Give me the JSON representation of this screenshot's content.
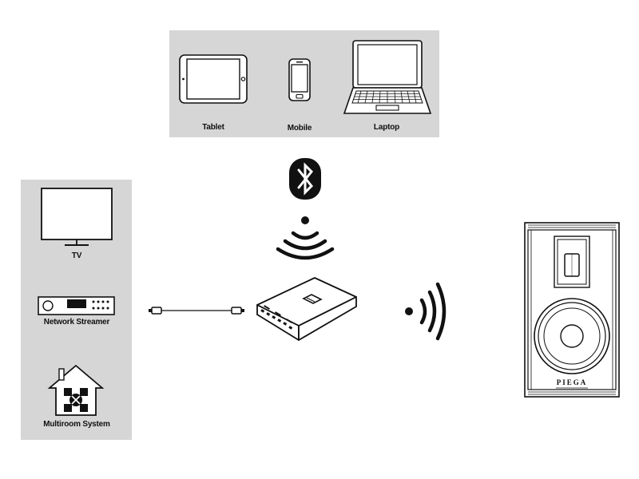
{
  "colors": {
    "panel": "#d6d6d6",
    "stroke": "#111111",
    "bluetooth_badge": "#111111"
  },
  "source_devices_top": [
    {
      "label": "Tablet",
      "icon": "tablet-icon"
    },
    {
      "label": "Mobile",
      "icon": "mobile-phone-icon"
    },
    {
      "label": "Laptop",
      "icon": "laptop-icon"
    }
  ],
  "source_devices_left": [
    {
      "label": "TV",
      "icon": "tv-icon"
    },
    {
      "label": "Network Streamer",
      "icon": "network-streamer-icon"
    },
    {
      "label": "Multiroom System",
      "icon": "multiroom-house-icon"
    }
  ],
  "connections": {
    "bluetooth": "bluetooth-icon",
    "cable": "audio-cable-icon",
    "wireless_to_speaker": "wireless-signal-icon"
  },
  "hub": {
    "icon": "wireless-hub-icon"
  },
  "speaker": {
    "icon": "speaker-icon",
    "brand": "PIEGA"
  }
}
